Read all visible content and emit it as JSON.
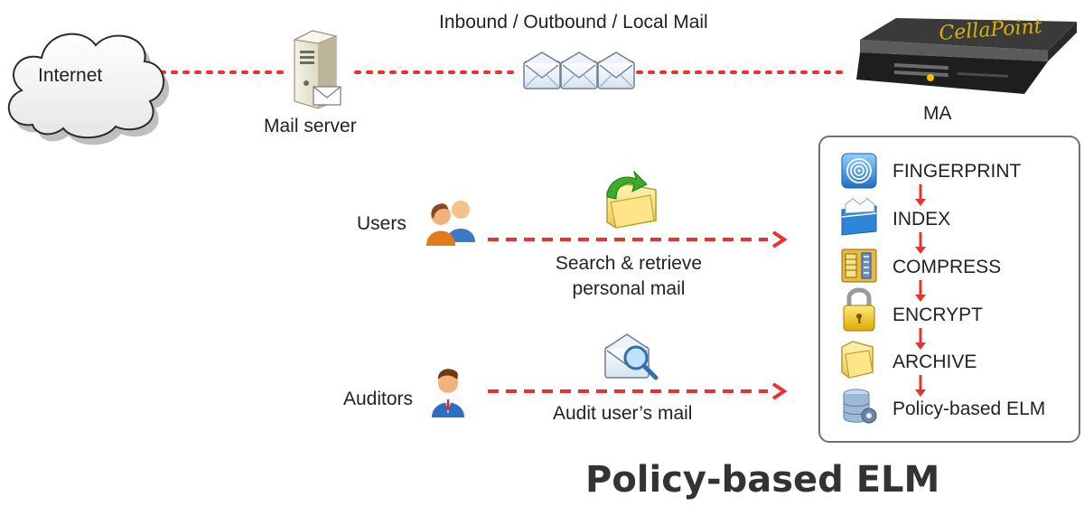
{
  "labels": {
    "internet": "Internet",
    "mail_server": "Mail server",
    "inbound": "Inbound / Outbound / Local Mail",
    "ma": "MA",
    "device_brand": "CellaPoint",
    "users": "Users",
    "search_retrieve_line1": "Search & retrieve",
    "search_retrieve_line2": "personal mail",
    "auditors": "Auditors",
    "audit": "Audit user’s mail"
  },
  "steps": [
    {
      "label": "FINGERPRINT",
      "icon": "fingerprint-icon"
    },
    {
      "label": "INDEX",
      "icon": "index-icon"
    },
    {
      "label": "COMPRESS",
      "icon": "compress-icon"
    },
    {
      "label": "ENCRYPT",
      "icon": "lock-icon"
    },
    {
      "label": "ARCHIVE",
      "icon": "folder-icon"
    },
    {
      "label": "Policy-based ELM",
      "icon": "database-gear-icon"
    }
  ],
  "title": "Policy-based ELM",
  "colors": {
    "connector": "#e8322e",
    "box_border": "#707070"
  }
}
